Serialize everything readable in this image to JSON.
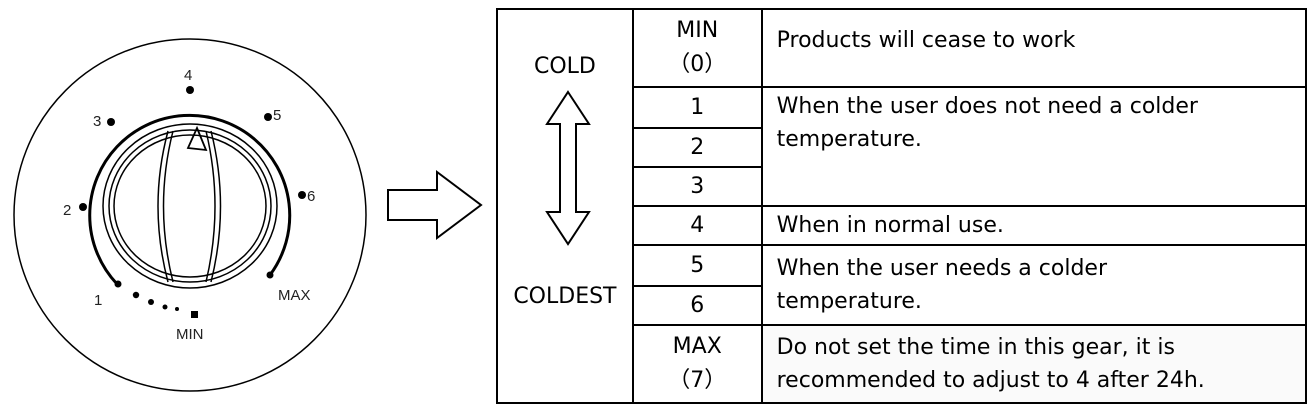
{
  "dial": {
    "marks": {
      "m1": "1",
      "m2": "2",
      "m3": "3",
      "m4": "4",
      "m5": "5",
      "m6": "6",
      "min": "MIN",
      "max": "MAX"
    }
  },
  "table": {
    "cold_label": "COLD",
    "coldest_label": "COLDEST",
    "rows": [
      {
        "gear_line1": "MIN",
        "gear_line2": "（0）",
        "desc": "Products will cease to work"
      },
      {
        "gear": "1",
        "desc_line1": "When the user does not need a colder",
        "desc_line2": "temperature."
      },
      {
        "gear": "2"
      },
      {
        "gear": "3"
      },
      {
        "gear": "4",
        "desc": "When in normal use."
      },
      {
        "gear": "5",
        "desc_line1": "When the user needs a colder",
        "desc_line2": "temperature."
      },
      {
        "gear": "6"
      },
      {
        "gear_line1": "MAX",
        "gear_line2": "（7）",
        "desc_line1": "Do not set the time in this gear, it is",
        "desc_line2": "recommended to adjust to 4 after 24h."
      }
    ]
  }
}
